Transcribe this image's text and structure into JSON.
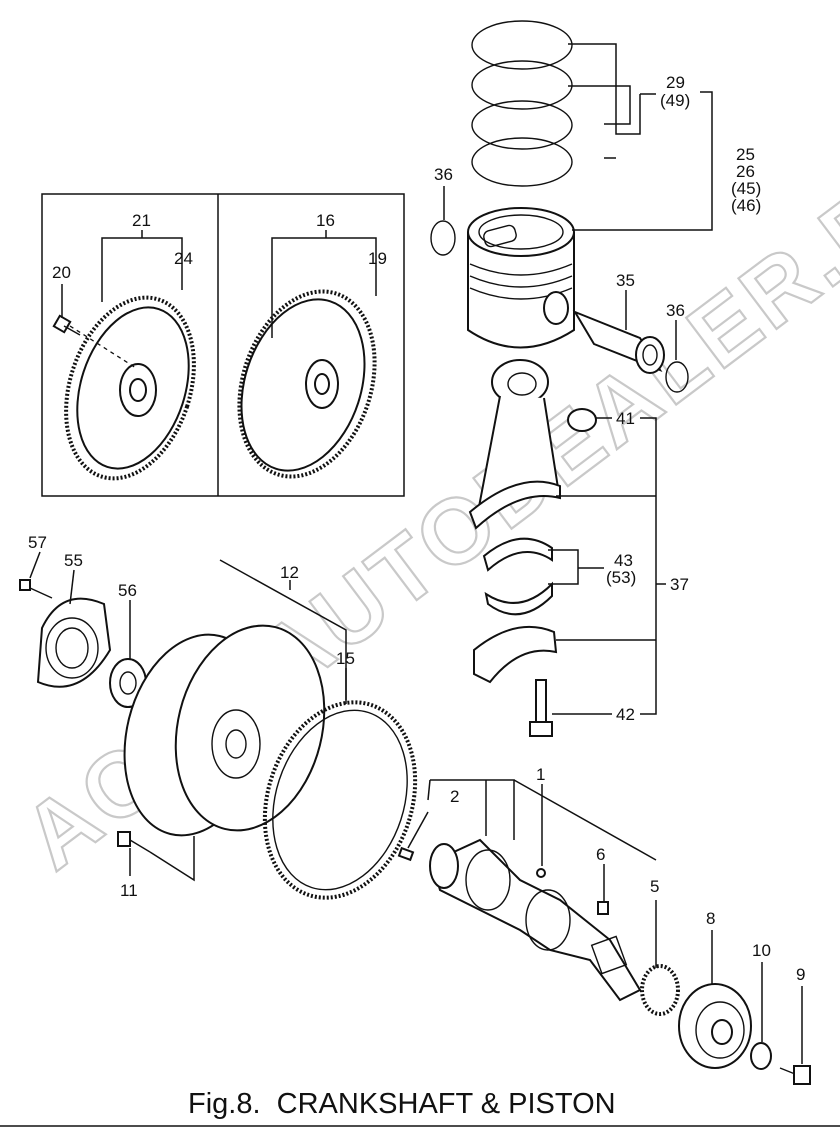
{
  "figure": {
    "caption": "Fig.8.  CRANKSHAFT & PISTON",
    "watermark": "ACAT AUTODEALER.RU"
  },
  "callouts": {
    "c1": "1",
    "c2": "2",
    "c5": "5",
    "c6": "6",
    "c8": "8",
    "c9": "9",
    "c10": "10",
    "c11": "11",
    "c12": "12",
    "c15": "15",
    "c16": "16",
    "c19": "19",
    "c20": "20",
    "c21": "21",
    "c24": "24",
    "c25": "25",
    "c26": "26",
    "c45": "(45)",
    "c46": "(46)",
    "c29": "29",
    "c49": "(49)",
    "c35": "35",
    "c36a": "36",
    "c36b": "36",
    "c37": "37",
    "c41": "41",
    "c42": "42",
    "c43": "43",
    "c53": "(53)",
    "c55": "55",
    "c56": "56",
    "c57": "57"
  },
  "colors": {
    "ink": "#111111",
    "watermark": "#c9c9c9",
    "background": "#ffffff"
  }
}
